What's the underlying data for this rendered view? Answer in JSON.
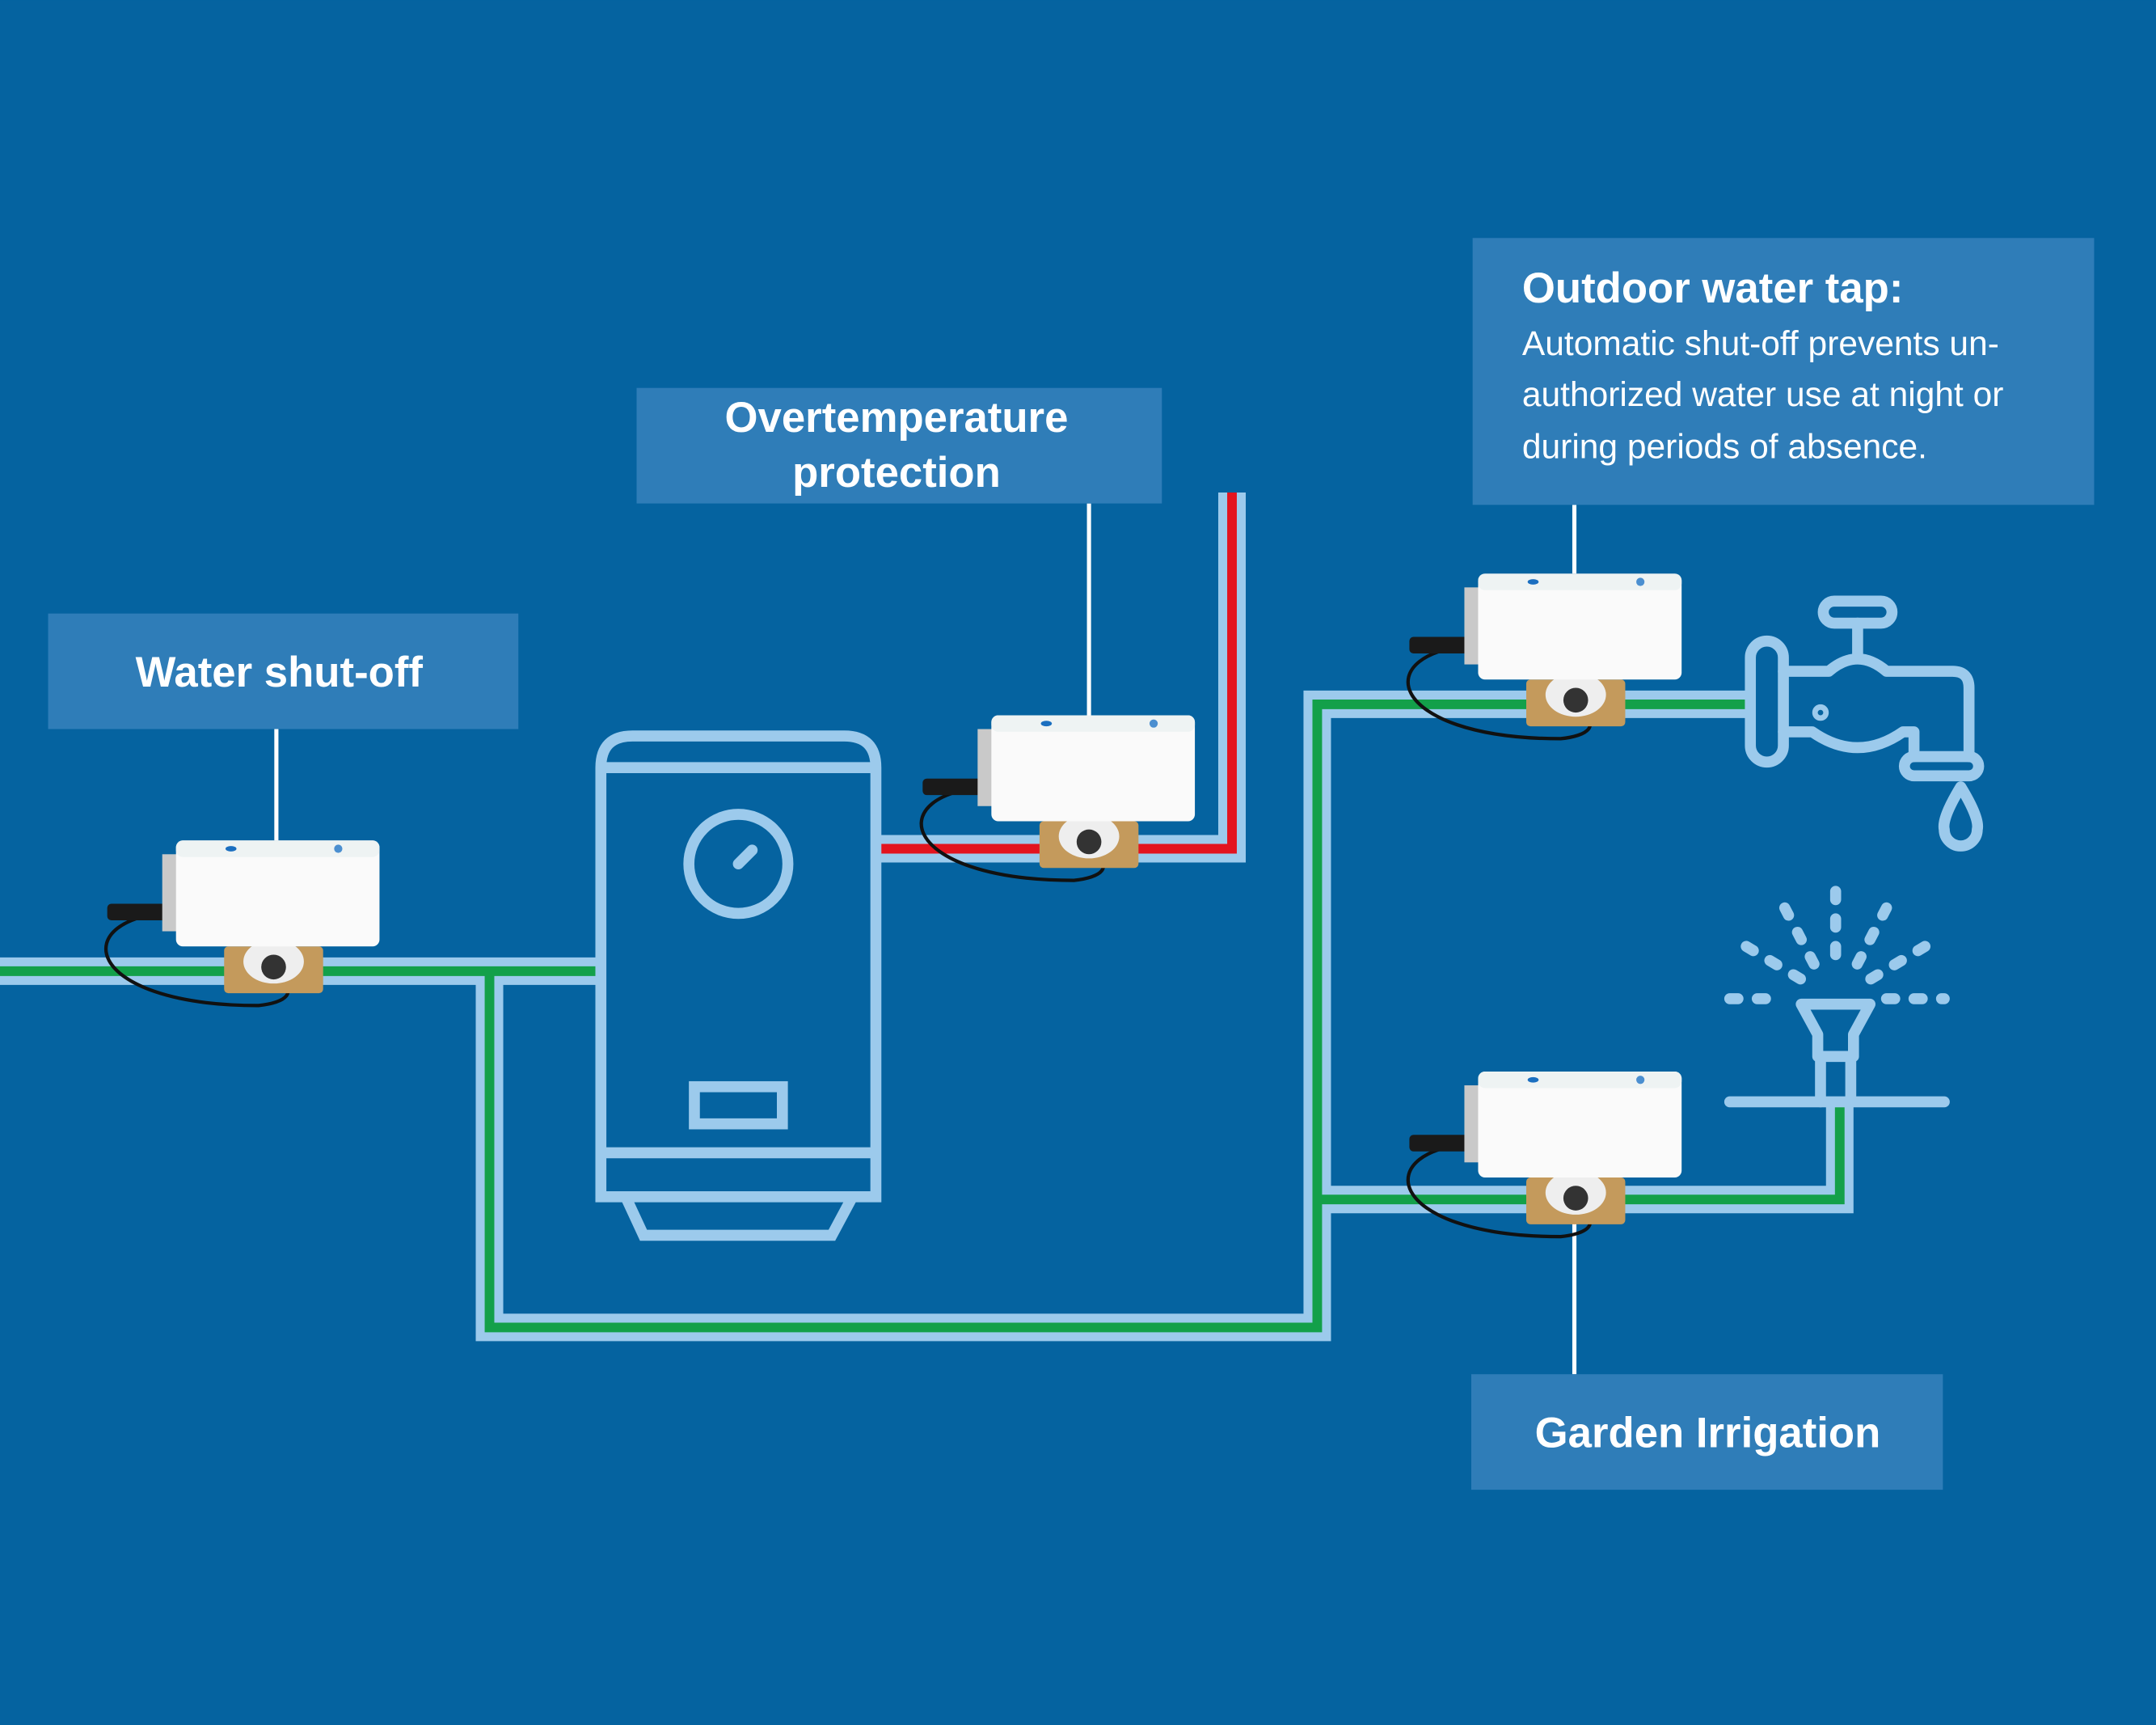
{
  "colors": {
    "background": "#0563a0",
    "label_box": "#2f7db8",
    "pipe_outline": "#9ccaec",
    "cold_water": "#13a04a",
    "hot_water": "#e3141f"
  },
  "labels": {
    "water_shutoff": "Water shut-off",
    "overtemp_line1": "Overtemperature",
    "overtemp_line2": "protection",
    "outdoor_title": "Outdoor water tap:",
    "outdoor_line1": "Automatic shut-off prevents un-",
    "outdoor_line2": "authorized water use at night or",
    "outdoor_line3": "during periods of absence.",
    "garden": "Garden Irrigation"
  },
  "icons": [
    "water-heater-icon",
    "outdoor-tap-icon",
    "sprinkler-icon",
    "shutoff-valve-device"
  ]
}
